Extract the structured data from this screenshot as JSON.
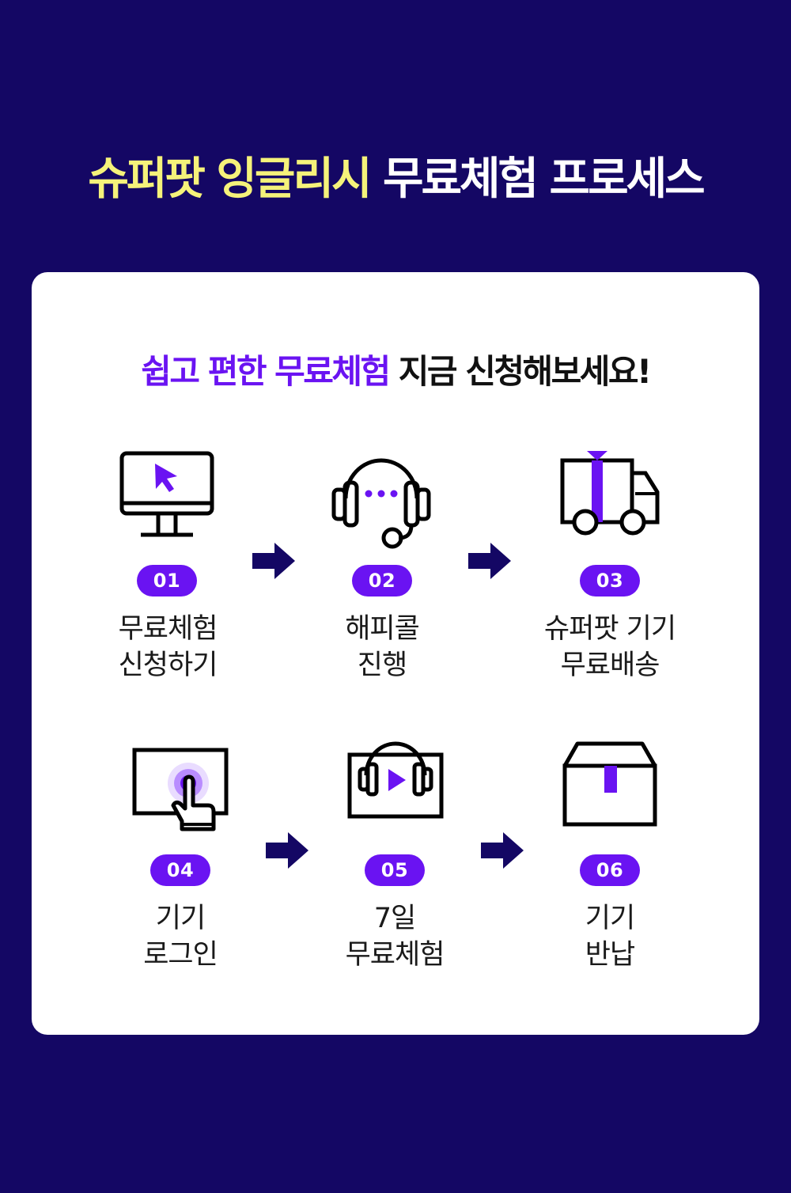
{
  "headline": {
    "highlight": "슈퍼팟 잉글리시",
    "rest": "무료체험 프로세스"
  },
  "subhead": {
    "highlight": "쉽고 편한 무료체험",
    "rest": "지금 신청해보세요!"
  },
  "steps": [
    {
      "number": "01",
      "line1": "무료체험",
      "line2": "신청하기",
      "icon": "computer-cursor-icon"
    },
    {
      "number": "02",
      "line1": "해피콜",
      "line2": "진행",
      "icon": "headset-icon"
    },
    {
      "number": "03",
      "line1": "슈퍼팟 기기",
      "line2": "무료배송",
      "icon": "delivery-truck-icon"
    },
    {
      "number": "04",
      "line1": "기기",
      "line2": "로그인",
      "icon": "touch-screen-icon"
    },
    {
      "number": "05",
      "line1": "7일",
      "line2": "무료체험",
      "icon": "video-headphones-icon"
    },
    {
      "number": "06",
      "line1": "기기",
      "line2": "반납",
      "icon": "box-icon"
    }
  ],
  "colors": {
    "background": "#140764",
    "accent": "#6a13f2",
    "headline_yellow": "#f5f27a",
    "arrow": "#140764"
  }
}
